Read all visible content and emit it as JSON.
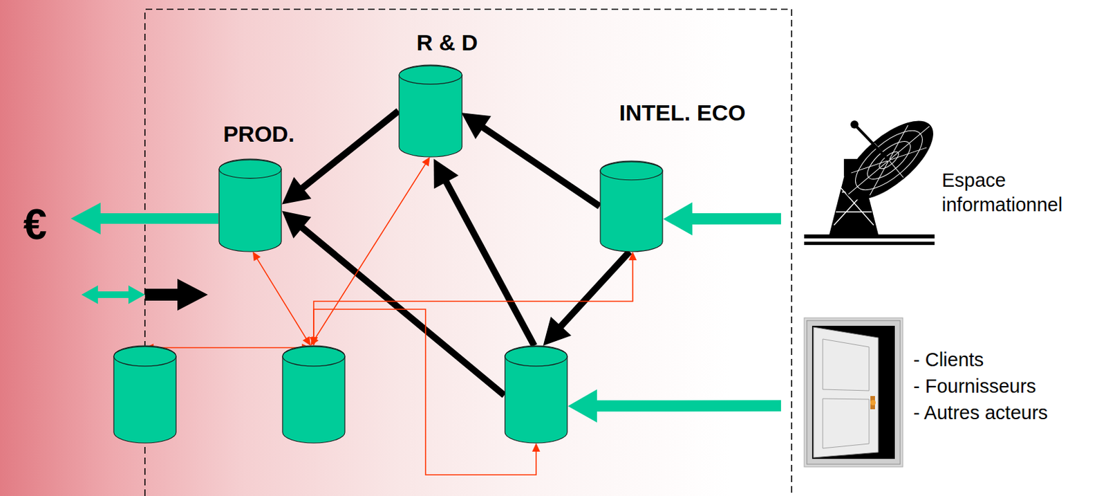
{
  "diagram": {
    "nodes": [
      {
        "text": [
          "R & D"
        ]
      },
      {
        "text": [
          "PROD."
        ]
      },
      {
        "text": [
          "INTEL. ECO"
        ]
      },
      {
        "text": [
          "Espace informationnel"
        ]
      },
      {
        "text": []
      },
      {
        "text": []
      },
      {
        "text": []
      },
      {
        "text": [
          "- Clients",
          "- Fournisseurs",
          "- Autres acteurs"
        ]
      }
    ],
    "edges": [
      {
        "from": 0,
        "to": 1,
        "arrow": "to"
      },
      {
        "from": 2,
        "to": 0,
        "arrow": "to"
      },
      {
        "from": 6,
        "to": 0,
        "arrow": "to"
      },
      {
        "from": 6,
        "to": 1,
        "arrow": "to"
      },
      {
        "from": 2,
        "to": 6,
        "arrow": "to"
      },
      {
        "from": 1,
        "to": 5,
        "arrow": "both"
      },
      {
        "from": 0,
        "to": 5,
        "arrow": "both"
      },
      {
        "from": 2,
        "to": 5,
        "arrow": "both"
      },
      {
        "from": 5,
        "to": 6,
        "arrow": "both"
      },
      {
        "from": 4,
        "to": 5,
        "arrow": "both"
      },
      {
        "from": 3,
        "to": 2,
        "arrow": "to"
      },
      {
        "from": 7,
        "to": 6,
        "arrow": "to"
      }
    ],
    "labels": [
      "€"
    ]
  }
}
